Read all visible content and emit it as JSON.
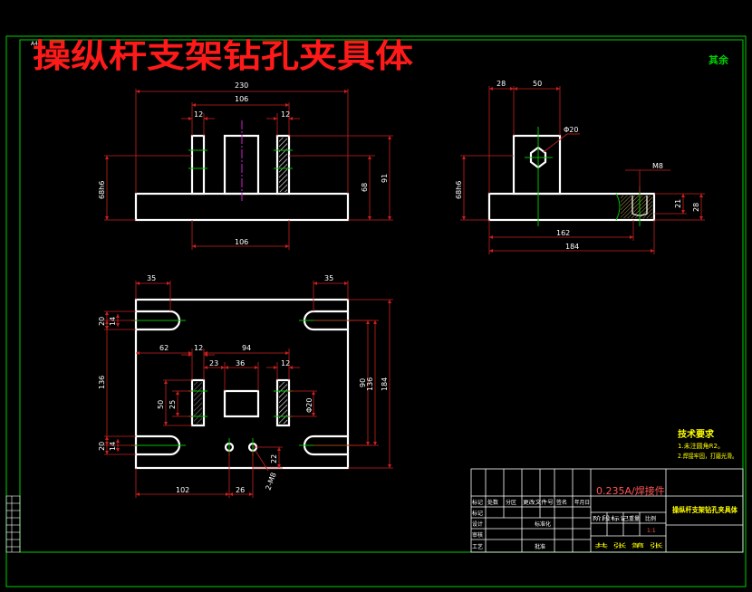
{
  "title": "操纵杆支架钻孔夹具体",
  "corner_mark": "其余",
  "sheet_size_label": "A4",
  "front_view": {
    "dims_top": [
      "230",
      "106",
      "12",
      "12"
    ],
    "dims_side": [
      "68h6",
      "68",
      "91"
    ],
    "dim_bottom": "106"
  },
  "side_view": {
    "dims_top": [
      "28",
      "50"
    ],
    "hole_label": "Φ20",
    "thread_label": "M8",
    "dims_side_left": "68h6",
    "dims_right": [
      "21",
      "28"
    ],
    "dims_bottom": [
      "162",
      "184"
    ]
  },
  "top_view": {
    "dims_top": [
      "35",
      "35"
    ],
    "dims_left": [
      "20",
      "14",
      "136",
      "20",
      "14"
    ],
    "dims_inner": [
      "62",
      "12",
      "94",
      "23",
      "36",
      "12",
      "50",
      "25",
      "Φ20"
    ],
    "dims_right": [
      "90",
      "136",
      "184"
    ],
    "dims_bottom": [
      "102",
      "26",
      "22"
    ],
    "hole_note": "2-M8"
  },
  "tech_requirements": {
    "heading": "技术要求",
    "items": [
      "1.未注圆角R2。",
      "2.焊接牢固，打磨光滑。"
    ]
  },
  "title_block": {
    "material": "0.235A/焊接件",
    "part_name": "操纵杆支架钻孔夹具体",
    "row_labels": [
      "标记",
      "设计",
      "审核",
      "工艺"
    ],
    "col_headers": [
      "标记",
      "处数",
      "分区",
      "更改文件号",
      "签名",
      "年月日"
    ],
    "stage_labels": [
      "阶段标记",
      "重量",
      "比例"
    ],
    "scale": "1:1",
    "sheet_text": "共 张 第 张",
    "extra_labels": [
      "标准化",
      "批准"
    ]
  },
  "colors": {
    "outline": "#ffffff",
    "dimension": "#cc2020",
    "frame": "#00d000",
    "center": "#00c000",
    "title_red": "#ff1a1a",
    "hatch": "#ffffff",
    "yellow": "#ffff00",
    "magenta": "#d020d0"
  }
}
